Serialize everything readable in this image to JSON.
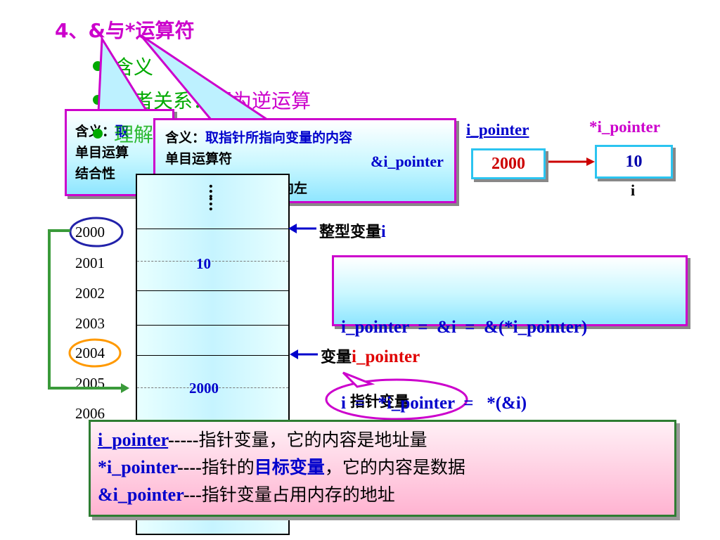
{
  "heading": {
    "number": "4、",
    "text": "&与*运算符"
  },
  "bullets": [
    {
      "text": "含义"
    },
    {
      "prefix": "两者关系：",
      "suffix": "互为逆运算"
    },
    {
      "text": "理解"
    }
  ],
  "callout_back": {
    "line1_label": "含义：",
    "line1_value": "取",
    "line2": "单目运算",
    "line3": "结合性"
  },
  "callout_front": {
    "line1_label": "含义：",
    "line1_value": "取指针所指向变量的内容",
    "line2": "单目运算符",
    "line2_right": "&i_pointer",
    "line3_right": "向左"
  },
  "memory": {
    "ellipsis": "……",
    "cell_value_i": "10",
    "cell_value_ptr": "2000",
    "addresses": [
      "2000",
      "2001",
      "2002",
      "2003",
      "2004",
      "2005",
      "2006"
    ]
  },
  "labels": {
    "int_var_prefix": "整型变量",
    "int_var_name": "i",
    "ptr_var_prefix": "变量",
    "ptr_var_name": "i_pointer",
    "ptr_bubble": "指针变量"
  },
  "diagram": {
    "ptr_label": "i_pointer",
    "deref_label": "*i_pointer",
    "ptr_value": "2000",
    "target_value": "10",
    "target_name": "i"
  },
  "equations": {
    "line1": "i_pointer  =  &i  =  &(*i_pointer)",
    "line2": "i  =   *i_pointer  =   *(&i)"
  },
  "summary": {
    "row1_term": "i_pointer",
    "row1_dash": "-----",
    "row1_text": "指针变量，它的内容是地址量",
    "row2_term": "*i_pointer",
    "row2_dash": "----",
    "row2_text_a": "指针的",
    "row2_highlight": "目标变量",
    "row2_text_b": "，它的内容是数据",
    "row3_term": "&i_pointer",
    "row3_dash": "---",
    "row3_text": "指针变量占用内存的地址"
  },
  "colors": {
    "magenta": "#cc00cc",
    "green": "#00aa00",
    "blue": "#0000cc",
    "red": "#e00000",
    "cyan_border": "#2bc4f0",
    "summary_border": "#2e7d32"
  }
}
